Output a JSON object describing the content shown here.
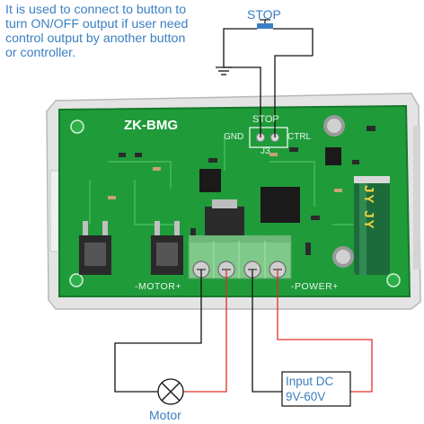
{
  "note": {
    "lines": [
      "It is used to connect to button to",
      "turn ON/OFF output if user need",
      "control output by another button",
      "or controller."
    ]
  },
  "stop_button": {
    "label": "STOP"
  },
  "board": {
    "model": "ZK-BMG",
    "j3": {
      "title": "STOP",
      "left": "GND",
      "right": "CTRL",
      "name": "J3"
    },
    "motor_label": "-MOTOR+",
    "power_label": "-POWER+",
    "capacitor_marking": "JY JY"
  },
  "motor": {
    "label": "Motor"
  },
  "input": {
    "line1": "Input DC",
    "line2": "9V-60V"
  },
  "colors": {
    "pcb": "#1e9a38",
    "terminal": "#7fc98a",
    "wire_black": "#111111",
    "wire_red": "#e0302a",
    "label_blue": "#3a7fc1",
    "case": "#dcdcdc"
  }
}
